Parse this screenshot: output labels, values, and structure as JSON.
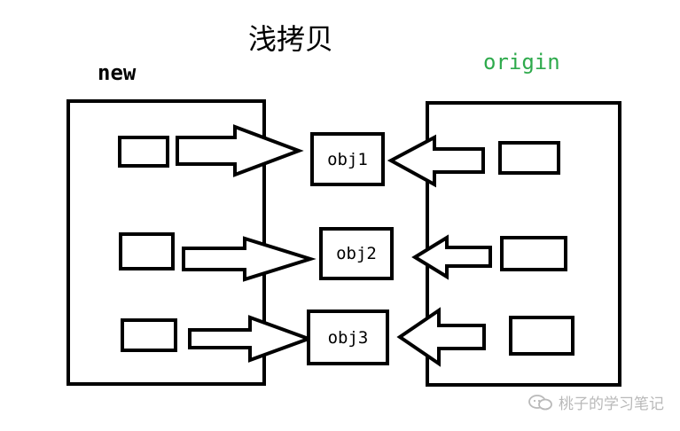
{
  "diagram": {
    "title": "浅拷贝",
    "new_label": "new",
    "origin_label": "origin",
    "objects": [
      "obj1",
      "obj2",
      "obj3"
    ],
    "watermark": "桃子的学习笔记",
    "colors": {
      "stroke": "#000000",
      "origin_label": "#2eaa4c",
      "watermark": "#b9b9b9"
    }
  }
}
